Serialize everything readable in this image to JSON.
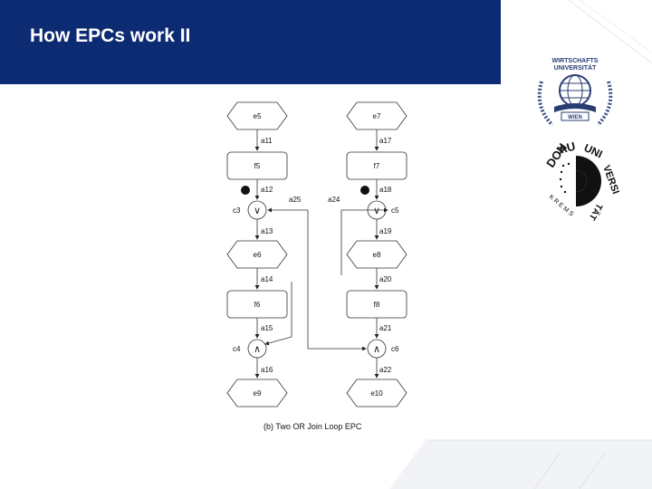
{
  "slide": {
    "title": "How EPCs work II",
    "caption": "(b) Two OR Join Loop EPC",
    "brand_color": "#0d2b72"
  },
  "logos": {
    "wu": {
      "line1": "WIRTSCHAFTS",
      "line2": "UNIVERSITÄT",
      "line3": "WIEN",
      "icon": "university-seal"
    },
    "donau": {
      "text": "DONAU UNIVERSITÄT KREMS",
      "icon": "university-seal"
    }
  },
  "diagram": {
    "events": [
      "e5",
      "e7",
      "e6",
      "e8",
      "e9",
      "e10"
    ],
    "functions": [
      "f5",
      "f7",
      "f6",
      "f8"
    ],
    "connectors": [
      {
        "id": "c3",
        "symbol": "∨"
      },
      {
        "id": "c5",
        "symbol": "∨"
      },
      {
        "id": "c4",
        "symbol": "∧"
      },
      {
        "id": "c6",
        "symbol": "∧"
      }
    ],
    "arcs": [
      "a11",
      "a17",
      "a12",
      "a18",
      "a25",
      "a24",
      "a13",
      "a19",
      "a14",
      "a20",
      "a15",
      "a21",
      "a16",
      "a22"
    ]
  }
}
